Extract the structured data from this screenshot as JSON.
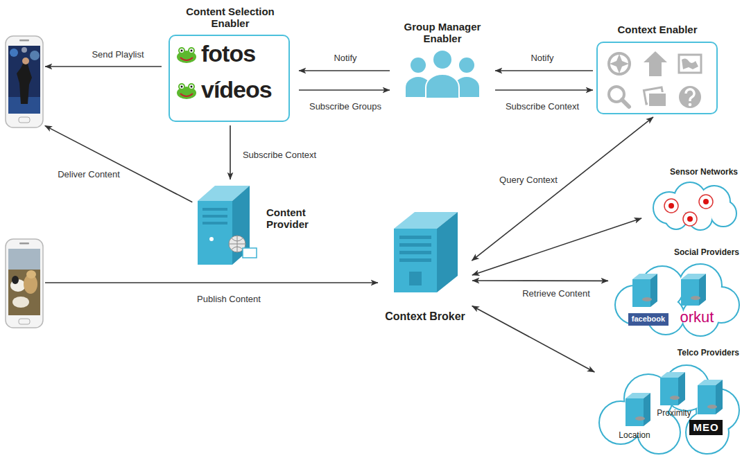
{
  "diagram": {
    "nodes": [
      {
        "text": []
      },
      {
        "text": [
          "Content Selection Enabler",
          "fotos",
          "vídeos"
        ]
      },
      {
        "text": [
          "Group Manager Enabler"
        ]
      },
      {
        "text": [
          "Context Enabler"
        ]
      },
      {
        "text": [
          "Content Provider"
        ]
      },
      {
        "text": []
      },
      {
        "text": [
          "Context Broker"
        ]
      },
      {
        "text": [
          "Sensor Networks"
        ]
      },
      {
        "text": [
          "Social Providers",
          "facebook",
          "orkut"
        ]
      },
      {
        "text": [
          "Telco Providers",
          "Proximity",
          "Location",
          "MEO"
        ]
      }
    ],
    "edges": [
      {
        "from": 1,
        "to": 0,
        "arrow": "to",
        "label": "Send Playlist"
      },
      {
        "from": 2,
        "to": 1,
        "arrow": "to",
        "label": "Notify"
      },
      {
        "from": 1,
        "to": 2,
        "arrow": "to",
        "label": "Subscribe Groups"
      },
      {
        "from": 3,
        "to": 2,
        "arrow": "to",
        "label": "Notify"
      },
      {
        "from": 2,
        "to": 3,
        "arrow": "to",
        "label": "Subscribe Context"
      },
      {
        "from": 1,
        "to": 4,
        "arrow": "to",
        "label": "Subscribe Context"
      },
      {
        "from": 4,
        "to": 0,
        "arrow": "to",
        "label": "Deliver Content"
      },
      {
        "from": 5,
        "to": 6,
        "arrow": "to",
        "label": "Publish Content"
      },
      {
        "from": 6,
        "to": 3,
        "arrow": "both",
        "label": "Query Context"
      },
      {
        "from": 6,
        "to": 7,
        "arrow": "both"
      },
      {
        "from": 6,
        "to": 8,
        "arrow": "both",
        "label": "Retrieve Content"
      },
      {
        "from": 6,
        "to": 9,
        "arrow": "both"
      }
    ]
  }
}
